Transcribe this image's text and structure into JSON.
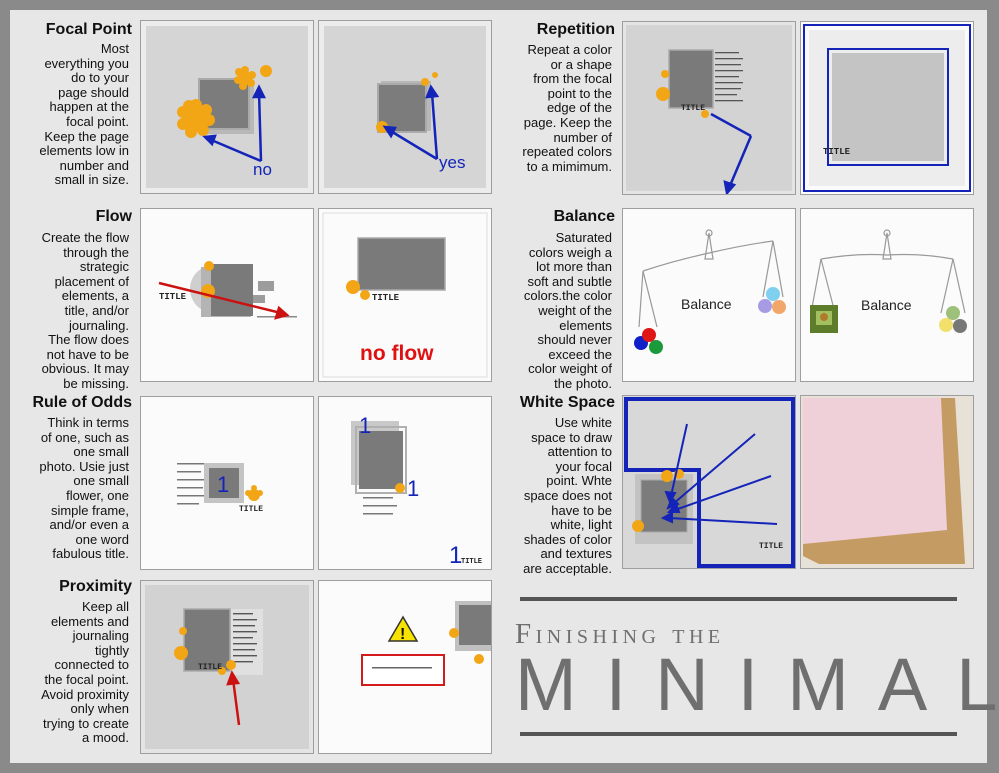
{
  "sections": {
    "focal_point": {
      "heading": "Focal Point",
      "body": "Most\neverything you\ndo to your\npage should\nhappen at the\nfocal point.\nKeep the page\nelements low in\nnumber and\nsmall in size.",
      "label_no": "no",
      "label_yes": "yes"
    },
    "flow": {
      "heading": "Flow",
      "body": "Create the flow\nthrough the\nstrategic\nplacement of\nelements, a\ntitle, and/or\njournaling.\nThe flow does\nnot have to be\nobvious. It may\nbe missing.",
      "title_word": "TITLE",
      "label_no_flow": "no flow"
    },
    "rule_of_odds": {
      "heading": "Rule of Odds",
      "body": "Think in terms\nof one, such as\none small\nphoto. Usie just\none small\nflower, one\nsimple frame,\nand/or even a\none word\nfabulous title.",
      "numeral": "1",
      "title_word": "TITLE"
    },
    "proximity": {
      "heading": "Proximity",
      "body": "Keep all\nelements and\njournaling\ntightly\nconnected to\nthe focal point.\nAvoid proximity\nonly when\ntrying to create\na mood.",
      "title_word": "TITLE",
      "warning_glyph": "!"
    },
    "repetition": {
      "heading": "Repetition",
      "body": "Repeat a color\nor a shape\nfrom the focal\npoint to the\nedge of the\npage. Keep the\nnumber of\nrepeated colors\nto a mimimum.",
      "title_word": "TITLE"
    },
    "balance": {
      "heading": "Balance",
      "body": "Saturated\ncolors weigh a\nlot more than\nsoft and subtle\ncolors.the color\nweight of the\nelements\nshould never\nexceed the\ncolor weight of\nthe photo.",
      "scale_label": "Balance"
    },
    "white_space": {
      "heading": "White Space",
      "body": "Use white\nspace to draw\nattention to\nyour focal\npoint. Whte\nspace does not\nhave to be\nwhite, light\nshades of color\nand textures\nare acceptable.",
      "title_word": "TITLE"
    }
  },
  "footer": {
    "line1": "Finishing the",
    "line2": "MINIMAL"
  },
  "colors": {
    "flower": "#f2a615",
    "arrow_blue": "#1424b8",
    "arrow_red": "#cc1111",
    "photo": "#7c7c7c",
    "mat": "#c0c0c0",
    "no_flow_red": "#e01111"
  }
}
